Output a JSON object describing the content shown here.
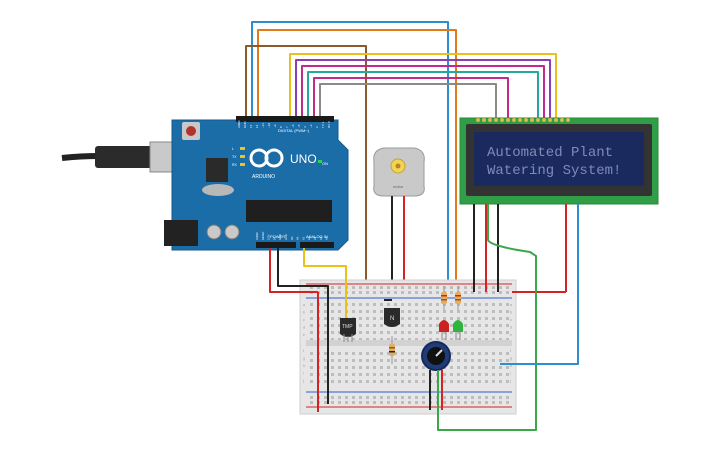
{
  "circuit": {
    "arduino": {
      "brand": "ARDUINO",
      "model": "UNO",
      "digital_header": "DIGITAL (PWM~)",
      "power_header": "POWER",
      "analog_header": "ANALOG IN",
      "on_label": "ON",
      "led_labels": [
        "L",
        "TX",
        "RX"
      ],
      "top_pins": [
        "AREF",
        "GND",
        "13",
        "12",
        "~11",
        "~10",
        "~9",
        "8",
        "7",
        "~6",
        "~5",
        "4",
        "~3",
        "2",
        "TX 1",
        "RX 0"
      ],
      "bottom_pins": [
        "IOREF",
        "RESET",
        "3.3V",
        "5V",
        "GND",
        "GND",
        "Vin",
        "A0",
        "A1",
        "A2",
        "A3",
        "A4",
        "A5"
      ]
    },
    "lcd": {
      "line1": "Automated Plant",
      "line2": "Watering System!",
      "color_screen": "#1a2a5e",
      "color_text": "#7f8ab8"
    },
    "motor": {
      "label": "motor"
    },
    "breadboard": {
      "row_labels": [
        "a",
        "b",
        "c",
        "d",
        "e",
        "f",
        "g",
        "h",
        "i",
        "j"
      ]
    },
    "components": {
      "temp_sensor_label": "TMP",
      "transistor_label": "N"
    },
    "colors": {
      "arduino_blue": "#1b6da8",
      "lcd_green": "#2f9e46",
      "wire_red": "#d42323",
      "wire_black": "#222222",
      "wire_blue": "#2e8fd0",
      "wire_orange": "#e07b18",
      "wire_brown": "#8b5a2b",
      "wire_yellow": "#e8c21a",
      "wire_green": "#3aa84a",
      "wire_purple": "#8b3fb5",
      "wire_magenta": "#c02a8a",
      "wire_gray": "#8a8a8a",
      "wire_teal": "#26a7a0",
      "led_red": "#c9231f",
      "led_green": "#2fb53f"
    }
  }
}
